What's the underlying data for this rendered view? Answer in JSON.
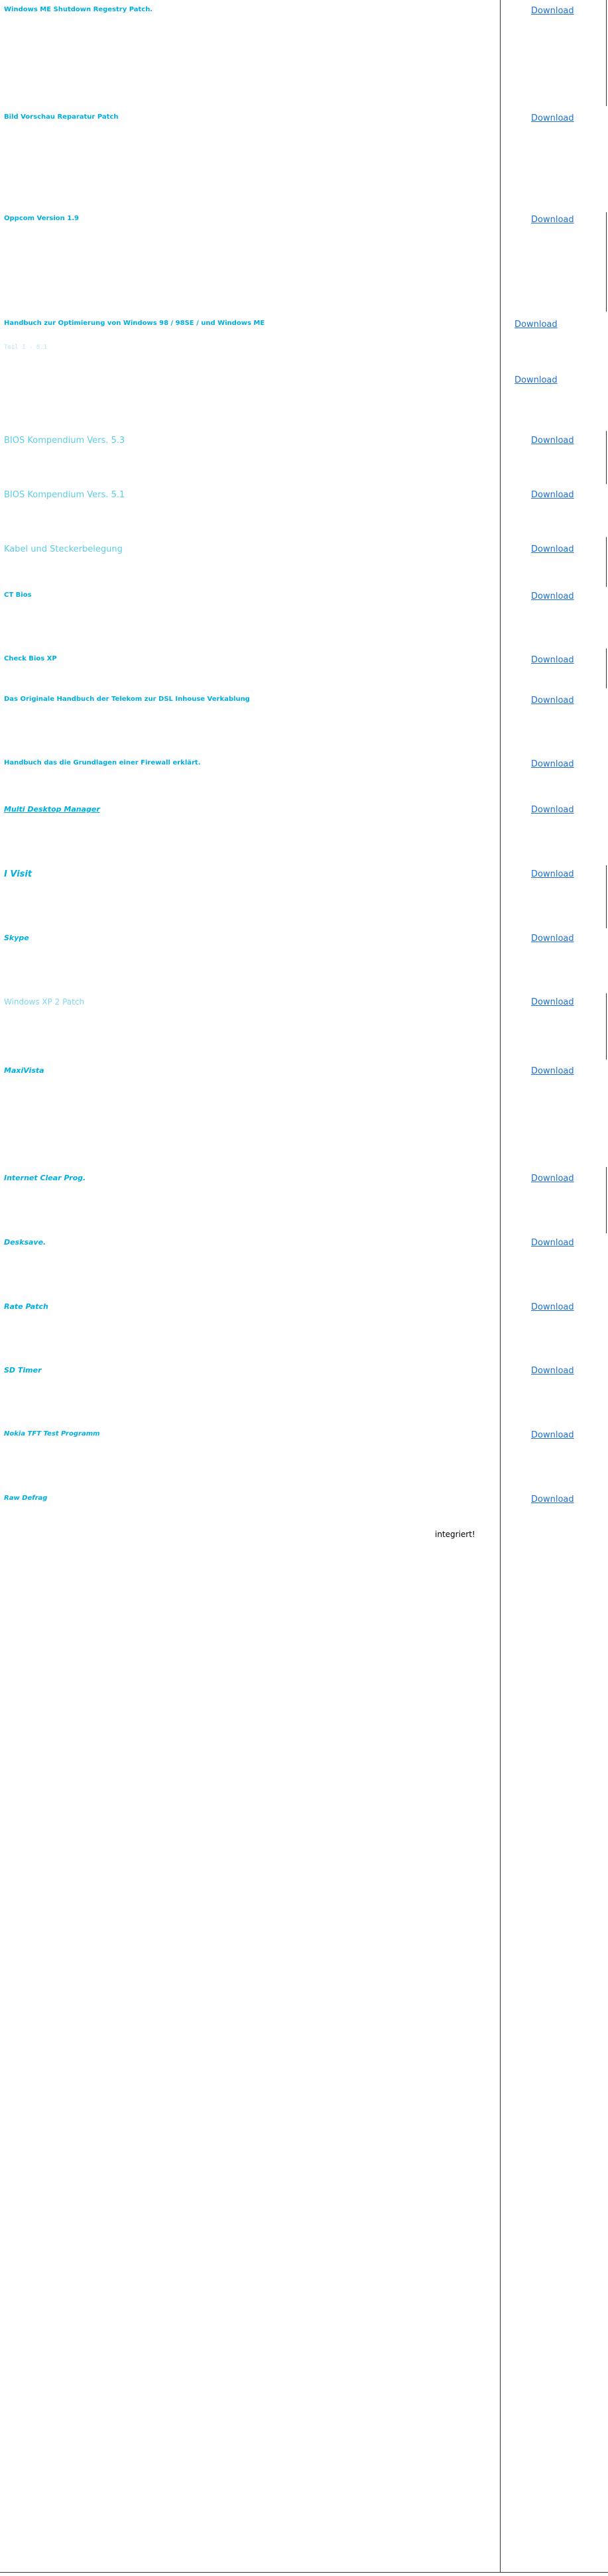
{
  "rows": [
    {
      "title": "Windows ME Shutdown Regestry Patch.",
      "link": "Download"
    },
    {
      "title": "Bild Vorschau Reparatur Patch",
      "link": "Download"
    },
    {
      "title": "Oppcom Version 1.9",
      "link": "Download"
    },
    {
      "title": "Handbuch zur Optimierung von Windows 98 / 98SE / und Windows ME",
      "link": "Download",
      "sub": "Teil 1 - 8.1",
      "link2": "Download"
    },
    {
      "title": "BIOS Kompendium Vers. 5.3",
      "link": "Download"
    },
    {
      "title": "BIOS Kompendium Vers. 5.1",
      "link": "Download"
    },
    {
      "title": "Kabel und Steckerbelegung",
      "link": "Download"
    },
    {
      "title": "CT Bios",
      "link": "Download"
    },
    {
      "title": "Check Bios XP",
      "link": "Download"
    },
    {
      "title": "Das Originale Handbuch der Telekom zur DSL Inhouse Verkablung",
      "link": "Download"
    },
    {
      "title": "Handbuch das die Grundlagen einer Firewall erklärt.",
      "link": "Download"
    },
    {
      "title": "Multi Desktop Manager",
      "link": "Download"
    },
    {
      "title": "I Visit",
      "link": "Download"
    },
    {
      "title": "Skype",
      "link": "Download"
    },
    {
      "title": "Windows XP 2 Patch",
      "link": "Download"
    },
    {
      "title": "MaxiVista",
      "link": "Download"
    },
    {
      "title": "Internet Clear Prog.",
      "link": "Download"
    },
    {
      "title": "Desksave.",
      "link": "Download"
    },
    {
      "title": "Rate Patch",
      "link": "Download"
    },
    {
      "title": "SD Timer",
      "link": "Download"
    },
    {
      "title": "Nokia TFT Test Programm",
      "link": "Download"
    },
    {
      "title": "Raw Defrag",
      "link": "Download"
    }
  ],
  "footer_note": "integriert!"
}
